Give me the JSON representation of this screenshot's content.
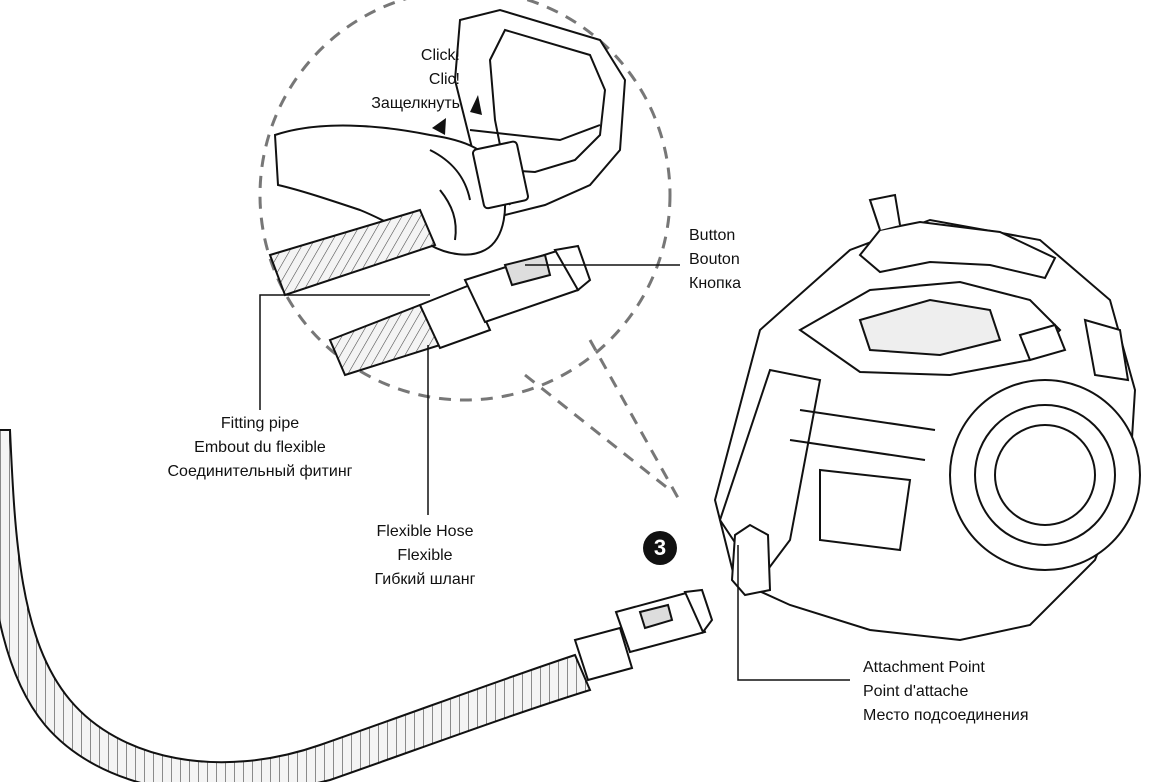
{
  "labels": {
    "click": [
      "Click!",
      "Clic!",
      "Защелкнуть"
    ],
    "button": [
      "Button",
      "Bouton",
      "Кнопка"
    ],
    "fitting_pipe": [
      "Fitting pipe",
      "Embout du flexible",
      "Соединительный фитинг"
    ],
    "flexible_hose": [
      "Flexible Hose",
      "Flexible",
      "Гибкий шланг"
    ],
    "attachment_point": [
      "Attachment Point",
      "Point d'attache",
      "Место подсоединения"
    ]
  },
  "step_number": "3",
  "colors": {
    "line": "#111111",
    "dashed": "#777777",
    "hose_fill": "#f2f2f2",
    "badge": "#111111"
  },
  "icons": [
    "step-badge-icon",
    "click-arrow-icon"
  ]
}
